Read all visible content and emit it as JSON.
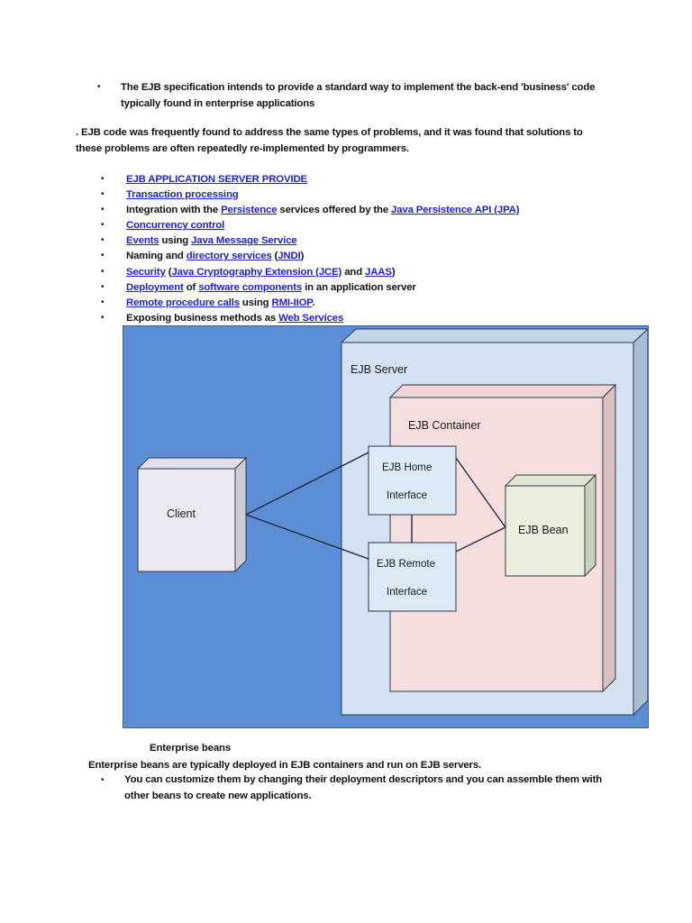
{
  "document": {
    "intro_bullet": {
      "marker": "•",
      "text": "The EJB specification intends to provide a standard way to implement the back-end 'business' code typically found in enterprise applications"
    },
    "intro_paragraph": ". EJB code was frequently found to address the same types of problems, and it was found that solutions to these problems are often repeatedly re-implemented by programmers.",
    "feature_list": {
      "marker": "•",
      "items": [
        {
          "segments": [
            {
              "text": "EJB APPLICATION SERVER PROVIDE",
              "link": true
            }
          ]
        },
        {
          "segments": [
            {
              "text": "Transaction processing",
              "link": true
            }
          ]
        },
        {
          "segments": [
            {
              "text": "Integration with the ",
              "link": false
            },
            {
              "text": "Persistence",
              "link": true
            },
            {
              "text": " services offered by the ",
              "link": false
            },
            {
              "text": "Java Persistence API (JPA)",
              "link": true
            }
          ]
        },
        {
          "segments": [
            {
              "text": "Concurrency control",
              "link": true
            }
          ]
        },
        {
          "segments": [
            {
              "text": "Events",
              "link": true
            },
            {
              "text": " using ",
              "link": false
            },
            {
              "text": "Java Message Service",
              "link": true
            }
          ]
        },
        {
          "segments": [
            {
              "text": "Naming and ",
              "link": false
            },
            {
              "text": "directory services",
              "link": true
            },
            {
              "text": " (",
              "link": false
            },
            {
              "text": "JNDI",
              "link": true
            },
            {
              "text": ")",
              "link": false
            }
          ]
        },
        {
          "segments": [
            {
              "text": "Security",
              "link": true
            },
            {
              "text": " (",
              "link": false
            },
            {
              "text": "Java Cryptography Extension (JCE)",
              "link": true
            },
            {
              "text": " and ",
              "link": false
            },
            {
              "text": "JAAS",
              "link": true
            },
            {
              "text": ")",
              "link": false
            }
          ]
        },
        {
          "segments": [
            {
              "text": "Deployment",
              "link": true
            },
            {
              "text": " of ",
              "link": false
            },
            {
              "text": "software components",
              "link": true
            },
            {
              "text": " in an application server",
              "link": false
            }
          ]
        },
        {
          "segments": [
            {
              "text": "Remote procedure calls",
              "link": true
            },
            {
              "text": " using ",
              "link": false
            },
            {
              "text": "RMI-IIOP",
              "link": true
            },
            {
              "text": ".",
              "link": false
            }
          ]
        },
        {
          "segments": [
            {
              "text": "Exposing business methods as ",
              "link": false
            },
            {
              "text": "Web Services",
              "link": true
            }
          ]
        }
      ]
    },
    "beans_heading": "Enterprise beans",
    "beans_paragraph": "Enterprise beans are typically deployed in EJB containers and run on EJB servers.",
    "beans_bullet": {
      "marker": "•",
      "text": "You can customize them by changing their deployment descriptors and you can assemble them with other beans to create new applications."
    }
  },
  "diagram": {
    "background_color": "#5b8ed4",
    "labels": {
      "ejb_server": "EJB Server",
      "ejb_container": "EJB Container",
      "client": "Client",
      "ejb_home_interface_line1": "EJB Home",
      "ejb_home_interface_line2": "Interface",
      "ejb_remote_interface_line1": "EJB Remote",
      "ejb_remote_interface_line2": "Interface",
      "ejb_bean": "EJB Bean"
    },
    "colors": {
      "canvas_blue": "#5b8ed4",
      "server_face": "#d3e1f2",
      "server_top": "#c3d5ea",
      "server_side": "#a9bed6",
      "container_face": "#f7dede",
      "container_top": "#f0d3d3",
      "container_side": "#d9bfbf",
      "client_face": "#ece9f2",
      "client_top": "#e2dfec",
      "client_side": "#cfcbd9",
      "bean_face": "#e9efdc",
      "bean_top": "#e0e7d2",
      "bean_side": "#c9d1ba",
      "interface_face": "#dceaf6",
      "stroke": "#2b3a4a"
    }
  }
}
